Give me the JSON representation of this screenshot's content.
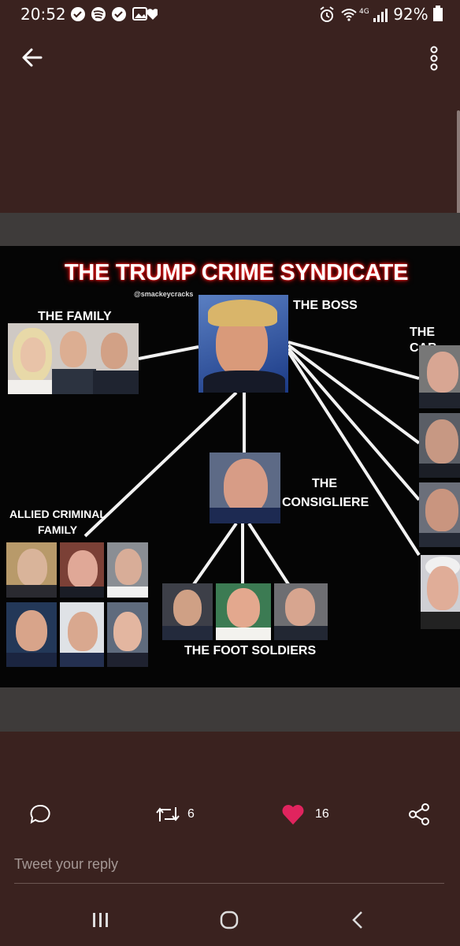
{
  "status_bar": {
    "time": "20:52",
    "signal": "4G",
    "battery": "92%"
  },
  "app_bar": {
    "back_icon": "arrow-left-icon",
    "menu_icon": "vertical-dots-icon"
  },
  "image": {
    "title": "THE TRUMP CRIME SYNDICATE",
    "watermark": "@smackeycracks",
    "labels": {
      "boss": "THE BOSS",
      "family": "THE FAMILY",
      "cabinet": "THE CAB",
      "consigliere_1": "THE",
      "consigliere_2": "CONSIGLIERE",
      "allied_1": "ALLIED CRIMINAL",
      "allied_2": "FAMILY",
      "foot_soldiers": "THE FOOT SOLDIERS"
    }
  },
  "actions": {
    "retweets": "6",
    "likes": "16",
    "like_color": "#e0245e"
  },
  "reply": {
    "placeholder": "Tweet your reply"
  }
}
